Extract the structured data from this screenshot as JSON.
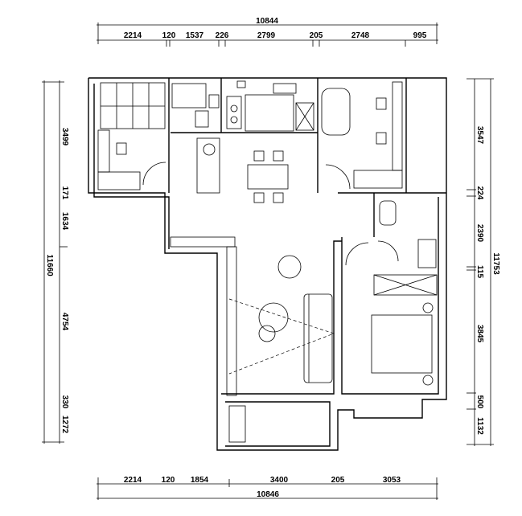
{
  "top_dims": {
    "total": "10844",
    "segments": [
      "2214",
      "120",
      "1537",
      "226",
      "2799",
      "205",
      "2748",
      "995"
    ]
  },
  "bottom_dims": {
    "total": "10846",
    "segments": [
      "2214",
      "120",
      "1854",
      "3400",
      "205",
      "3053"
    ]
  },
  "left_dims": {
    "total": "11660",
    "segments": [
      "3499",
      "171",
      "1634",
      "4754",
      "330",
      "1272"
    ]
  },
  "right_dims": {
    "total": "11753",
    "segments": [
      "3547",
      "224",
      "2390",
      "115",
      "3845",
      "500",
      "1132"
    ]
  }
}
